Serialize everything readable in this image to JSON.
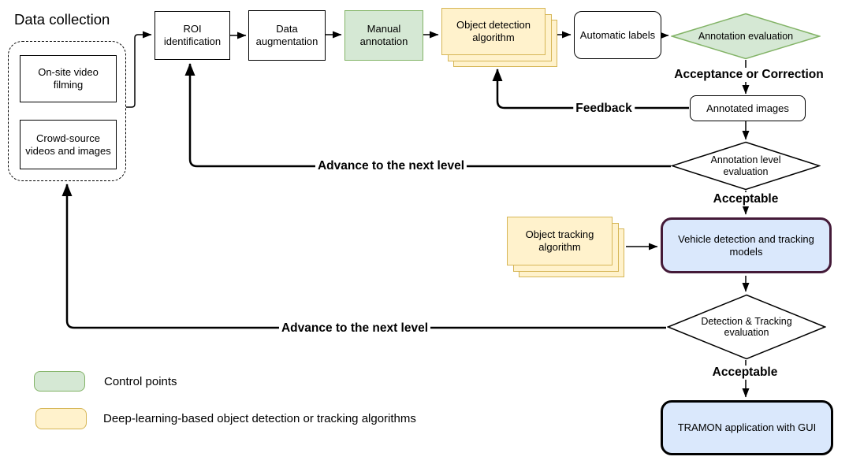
{
  "group_title": "Data collection",
  "nodes": {
    "on_site_video_filming": "On-site video filming",
    "crowd_source": "Crowd-source videos and images",
    "roi_identification": "ROI identification",
    "data_augmentation": "Data augmentation",
    "manual_annotation": "Manual annotation",
    "object_detection_algorithm": "Object detection algorithm",
    "automatic_labels": "Automatic labels",
    "annotation_evaluation": "Annotation evaluation",
    "annotated_images": "Annotated images",
    "annotation_level_evaluation": "Annotation level evaluation",
    "object_tracking_algorithm": "Object tracking algorithm",
    "vehicle_detection_tracking_models": "Vehicle detection and tracking models",
    "detection_tracking_evaluation": "Detection & Tracking evaluation",
    "tramon_application": "TRAMON application with GUI"
  },
  "edge_labels": {
    "acceptance_or_correction": "Acceptance or Correction",
    "feedback": "Feedback",
    "advance_next_level_1": "Advance to the next level",
    "acceptable_1": "Acceptable",
    "advance_next_level_2": "Advance to the next level",
    "acceptable_2": "Acceptable"
  },
  "legend": {
    "items": [
      {
        "swatch_color": "#d5e8d4",
        "swatch_border": "#82b366",
        "label": "Control points"
      },
      {
        "swatch_color": "#fff2cc",
        "swatch_border": "#d6b656",
        "label": "Deep-learning-based object detection or tracking algorithms"
      }
    ]
  },
  "colors": {
    "control_fill": "#d5e8d4",
    "control_stroke": "#82b366",
    "algorithm_fill": "#fff2cc",
    "algorithm_stroke": "#d6b656",
    "model_fill": "#dae8fc",
    "vehicle_stroke": "#441a38",
    "tramon_stroke": "#000000",
    "line": "#000000"
  }
}
